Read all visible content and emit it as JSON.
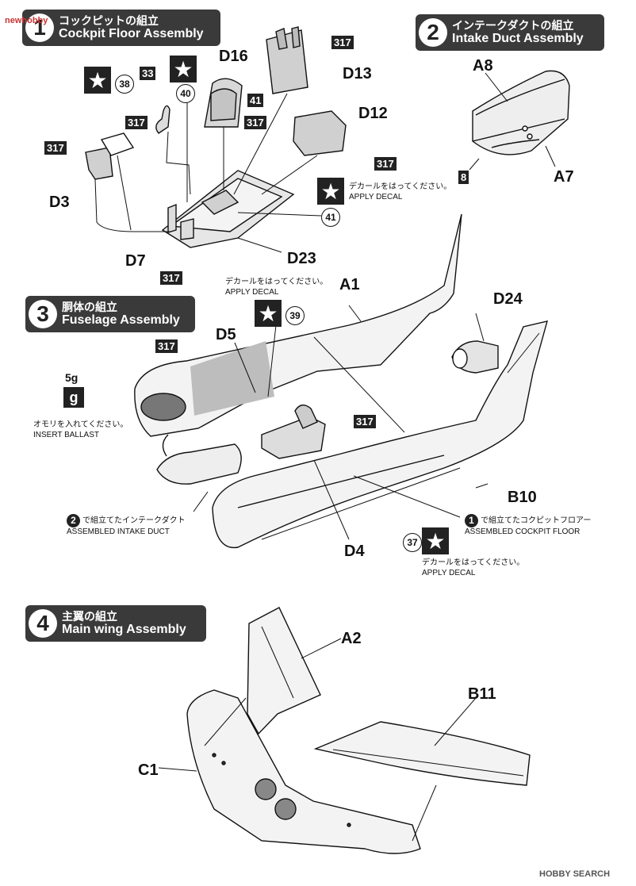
{
  "watermark_top": "newhobby",
  "watermark_bottom": "HOBBY SEARCH",
  "steps": [
    {
      "num": "1",
      "jp": "コックピットの組立",
      "en": "Cockpit Floor Assembly"
    },
    {
      "num": "2",
      "jp": "インテークダクトの組立",
      "en": "Intake Duct Assembly"
    },
    {
      "num": "3",
      "jp": "胴体の組立",
      "en": "Fuselage Assembly"
    },
    {
      "num": "4",
      "jp": "主翼の組立",
      "en": "Main wing Assembly"
    }
  ],
  "parts": {
    "d16": "D16",
    "d13": "D13",
    "d12": "D12",
    "d3": "D3",
    "d7": "D7",
    "d23": "D23",
    "a8": "A8",
    "a7": "A7",
    "a1": "A1",
    "d24": "D24",
    "d5": "D5",
    "b10": "B10",
    "d4": "D4",
    "a2": "A2",
    "b11": "B11",
    "c1": "C1"
  },
  "paint_boxes": {
    "b317_a": "317",
    "b33": "33",
    "b317_b": "317",
    "b41": "41",
    "b317_c": "317",
    "b317_d": "317",
    "b317_e": "317",
    "b317_f": "317",
    "b8": "8",
    "b317_g": "317",
    "b317_h": "317"
  },
  "paint_circles": {
    "c38": "38",
    "c40": "40",
    "c41": "41",
    "c39": "39",
    "c37": "37"
  },
  "decal_note": {
    "jp": "デカールをはってください。",
    "en": "APPLY DECAL"
  },
  "ballast": {
    "weight": "5g",
    "icon": "g",
    "jp": "オモリを入れてください。",
    "en": "INSERT BALLAST"
  },
  "assembled_intake": {
    "ref": "2",
    "jp": "で組立てたインテークダクト",
    "en": "ASSEMBLED INTAKE DUCT"
  },
  "assembled_cockpit": {
    "ref": "1",
    "jp": "で組立てたコクピットフロアー",
    "en": "ASSEMBLED COCKPIT FLOOR"
  }
}
